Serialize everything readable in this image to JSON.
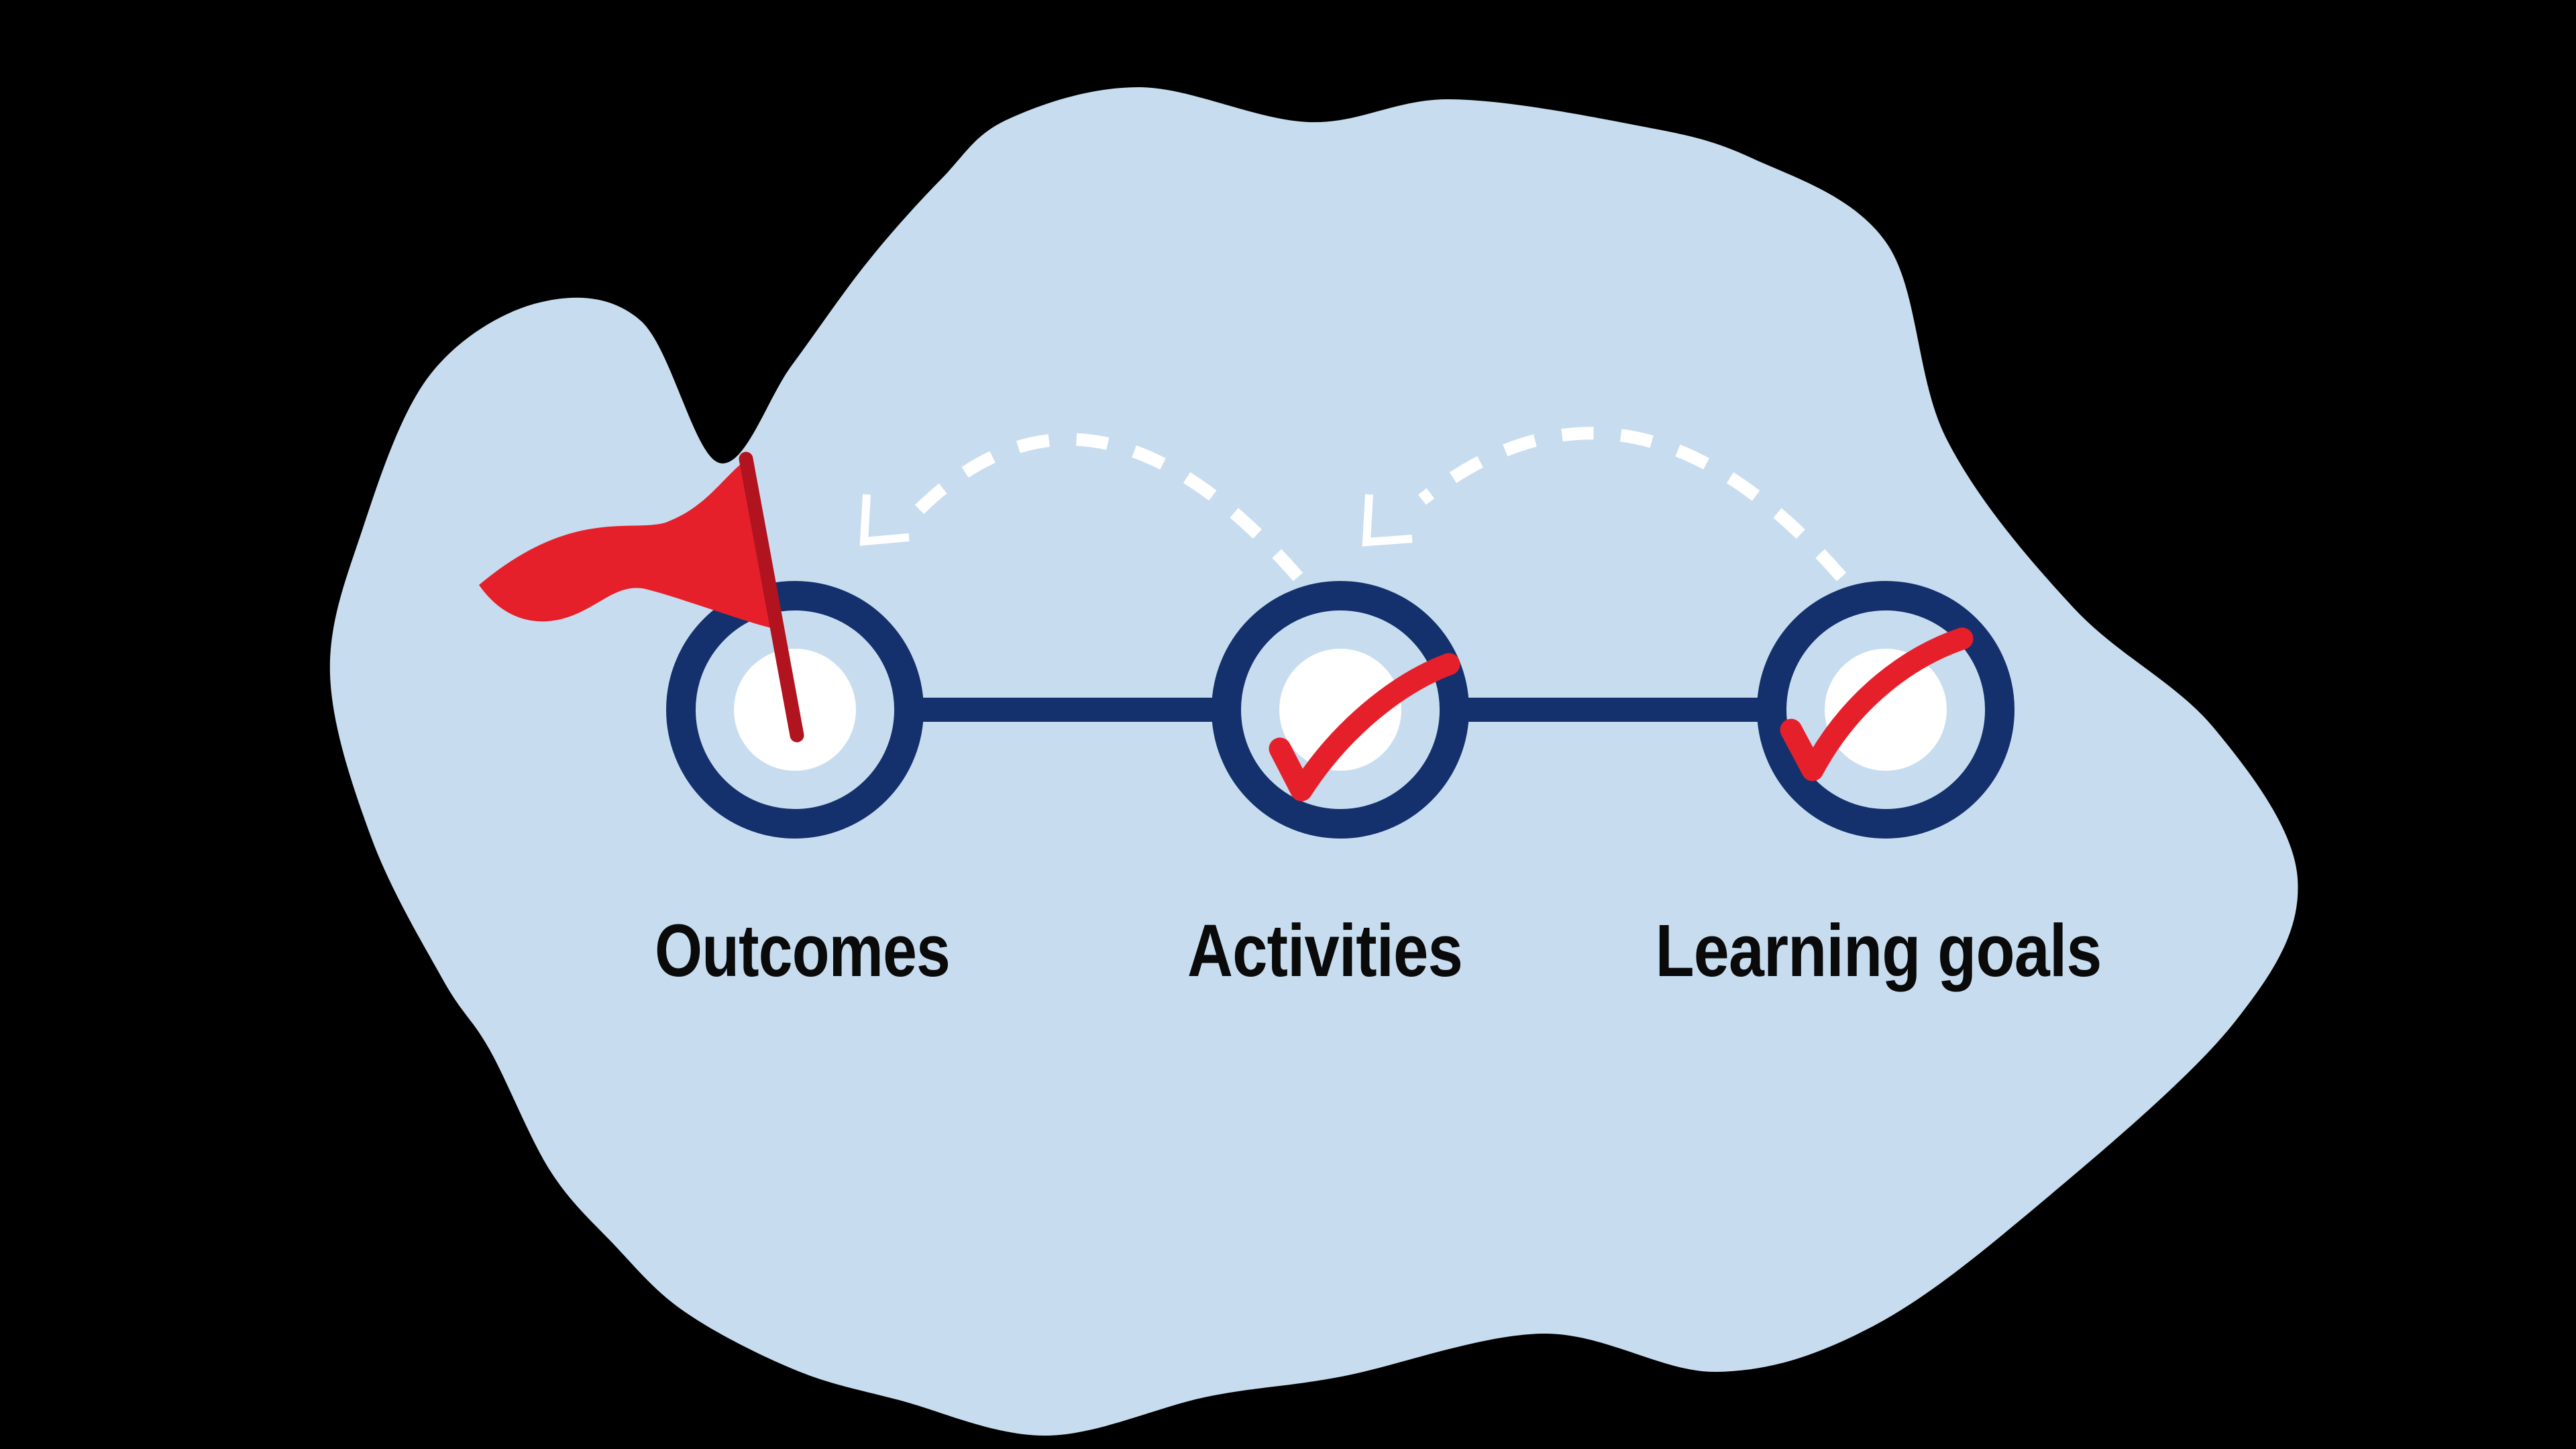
{
  "diagram": {
    "description": "Backward design flow: three circular milestones on a line, read right to left",
    "nodes": [
      {
        "id": "outcomes",
        "label": "Outcomes",
        "marker": "red-flag"
      },
      {
        "id": "activities",
        "label": "Activities",
        "marker": "red-checkmark"
      },
      {
        "id": "learning_goals",
        "label": "Learning goals",
        "marker": "red-checkmark"
      }
    ],
    "arrows": [
      {
        "from": "activities",
        "to": "outcomes",
        "style": "dashed-arc-left"
      },
      {
        "from": "learning_goals",
        "to": "activities",
        "style": "dashed-arc-left"
      }
    ]
  },
  "icons": {
    "flag": "flag-icon",
    "check": "checkmark-icon",
    "arrow": "dashed-curved-arrow-left-icon"
  },
  "colors": {
    "background": "#000000",
    "blob": "#c7ddef",
    "navy": "#14316d",
    "red": "#e6202a",
    "pole_red": "#b1141f",
    "white": "#ffffff",
    "text": "#0a0a0a"
  }
}
